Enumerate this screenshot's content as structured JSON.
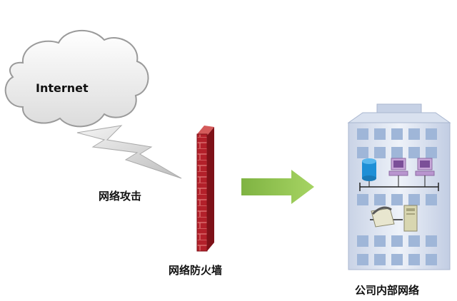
{
  "diagram": {
    "cloud_label": "Internet",
    "attack_label": "网络攻击",
    "firewall_label": "网络防火墙",
    "network_label": "公司内部网络"
  },
  "colors": {
    "cloud_fill": "#f1f1f1",
    "cloud_stroke": "#9a9a9a",
    "lightning": "#cfcfcf",
    "brick": "#b3202a",
    "arrow": "#8cc152",
    "building": "#dfe7f3",
    "window": "#9fb6d8"
  }
}
